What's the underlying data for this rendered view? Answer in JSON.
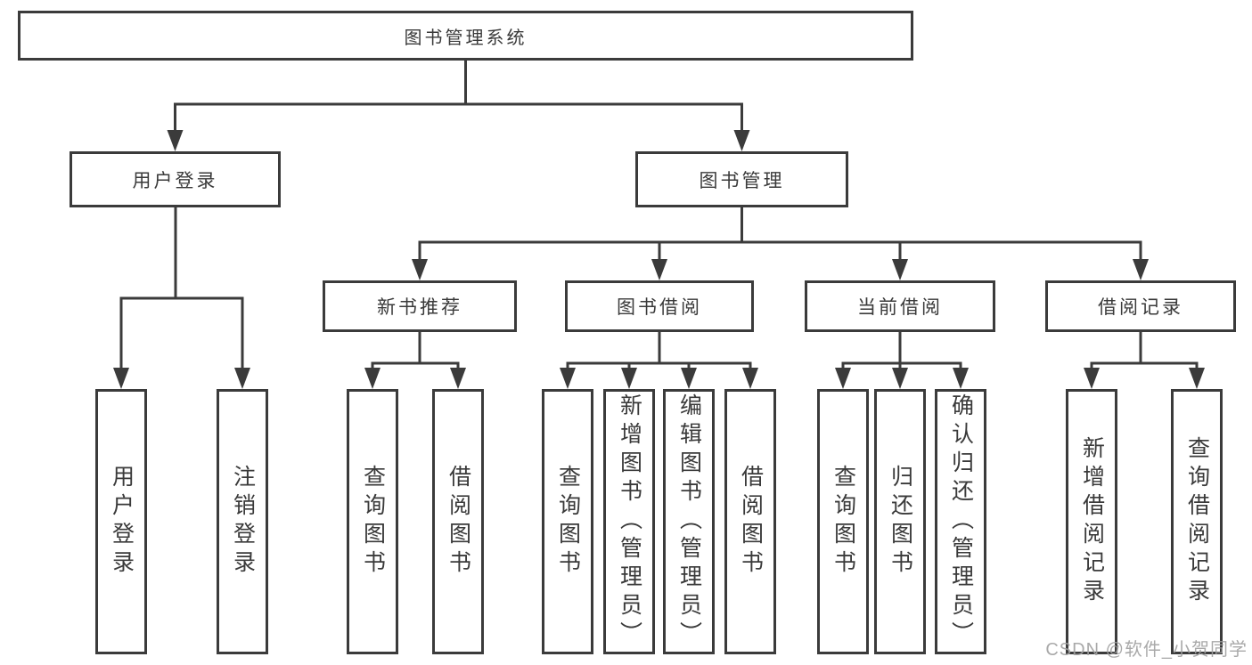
{
  "diagram_type": "function-structure-tree",
  "colors": {
    "line": "#3b3b3b",
    "text": "#3a3a3a",
    "background": "#ffffff",
    "watermark": "#a0a0a0"
  },
  "tree": {
    "root": {
      "label": "图书管理系统",
      "children": [
        {
          "label": "用户登录",
          "children": [
            {
              "label": "用户登录"
            },
            {
              "label": "注销登录"
            }
          ]
        },
        {
          "label": "图书管理",
          "children": [
            {
              "label": "新书推荐",
              "children": [
                {
                  "label": "查询图书"
                },
                {
                  "label": "借阅图书"
                }
              ]
            },
            {
              "label": "图书借阅",
              "children": [
                {
                  "label": "查询图书"
                },
                {
                  "label": "新增图书（管理员）"
                },
                {
                  "label": "编辑图书（管理员）"
                },
                {
                  "label": "借阅图书"
                }
              ]
            },
            {
              "label": "当前借阅",
              "children": [
                {
                  "label": "查询图书"
                },
                {
                  "label": "归还图书"
                },
                {
                  "label": "确认归还（管理员）"
                }
              ]
            },
            {
              "label": "借阅记录",
              "children": [
                {
                  "label": "新增借阅记录"
                },
                {
                  "label": "查询借阅记录"
                }
              ]
            }
          ]
        }
      ]
    }
  },
  "watermark": {
    "text": "CSDN @软件_小贺同学"
  }
}
